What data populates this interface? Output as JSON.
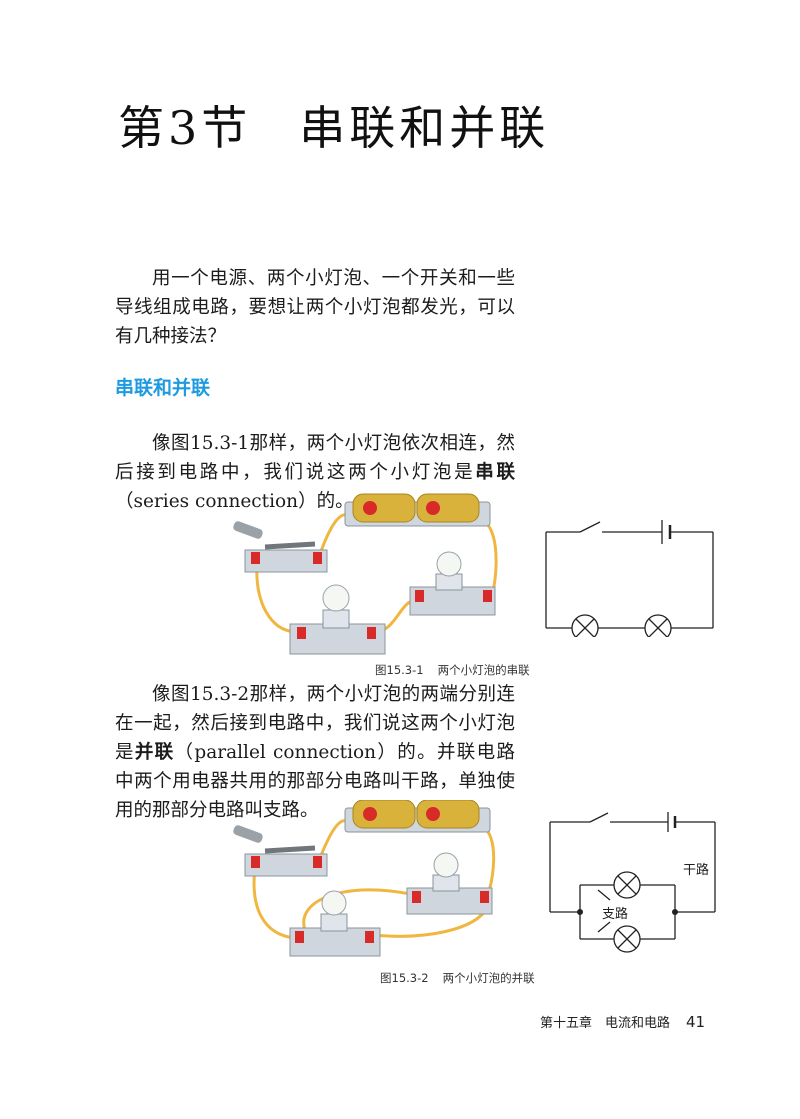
{
  "section_title": {
    "number": "第3节",
    "name": "串联和并联"
  },
  "intro": "用一个电源、两个小灯泡、一个开关和一些导线组成电路，要想让两个小灯泡都发光，可以有几种接法？",
  "subheading": "串联和并联",
  "series_para": {
    "before": "像图15.3-1那样，两个小灯泡依次相连，然后接到电路中，我们说这两个小灯泡是",
    "term": "串联",
    "after": "（series connection）的。"
  },
  "parallel_para": {
    "before": "像图15.3-2那样，两个小灯泡的两端分别连在一起，然后接到电路中，我们说这两个小灯泡是",
    "term": "并联",
    "after": "（parallel connection）的。并联电路中两个用电器共用的那部分电路叫干路，单独使用的那部分电路叫支路。"
  },
  "figure1": {
    "number": "图15.3-1",
    "caption": "两个小灯泡的串联"
  },
  "figure2": {
    "number": "图15.3-2",
    "caption": "两个小灯泡的并联",
    "label_main": "干路",
    "label_branch": "支路"
  },
  "footer": {
    "chapter": "第十五章　电流和电路",
    "page": "41"
  },
  "colors": {
    "wire": "#f0b640",
    "terminal": "#d92a2a",
    "battery": "#d8b23a",
    "accent": "#1e9be0"
  }
}
